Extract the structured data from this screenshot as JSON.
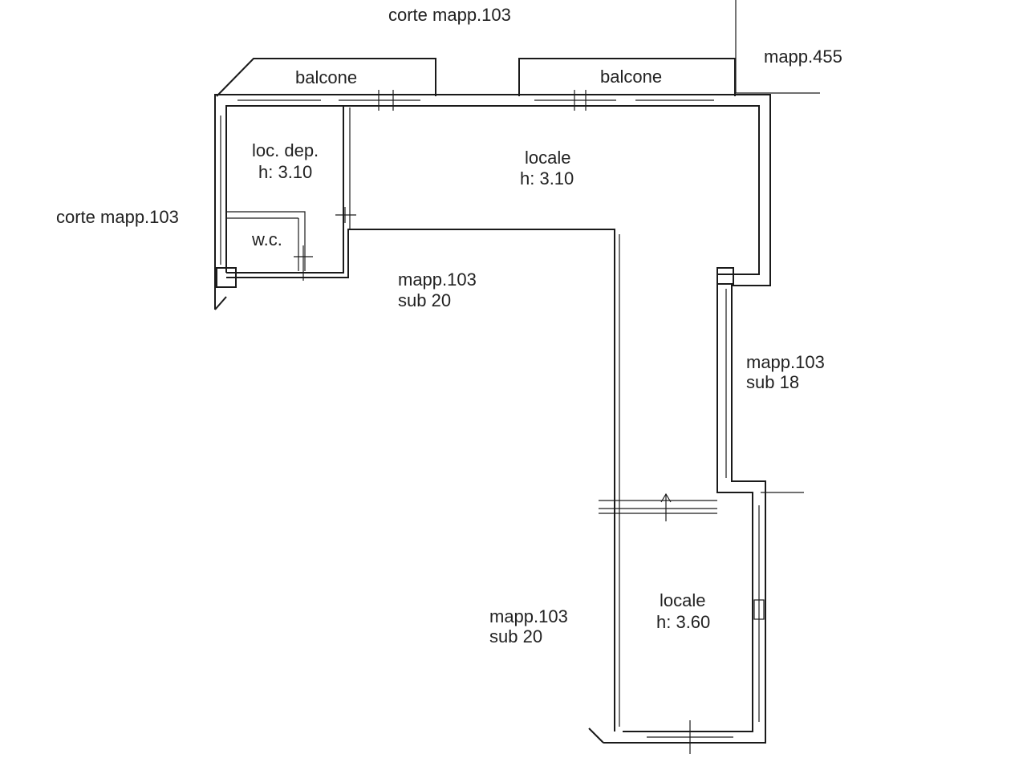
{
  "labels": {
    "corte_top": "corte mapp.103",
    "mapp_455": "mapp.455",
    "balcone_left": "balcone",
    "balcone_right": "balcone",
    "loc_dep_name": "loc. dep.",
    "loc_dep_h": "h: 3.10",
    "locale_top_name": "locale",
    "locale_top_h": "h: 3.10",
    "corte_left": "corte mapp.103",
    "wc": "w.c.",
    "mapp103_sub20_a_line1": "mapp.103",
    "mapp103_sub20_a_line2": "sub 20",
    "mapp103_sub18_line1": "mapp.103",
    "mapp103_sub18_line2": "sub 18",
    "mapp103_sub20_b_line1": "mapp.103",
    "mapp103_sub20_b_line2": "sub 20",
    "locale_bottom_name": "locale",
    "locale_bottom_h": "h: 3.60"
  },
  "colors": {
    "line": "#1a1a1a",
    "text": "#222222",
    "background": "#ffffff"
  }
}
